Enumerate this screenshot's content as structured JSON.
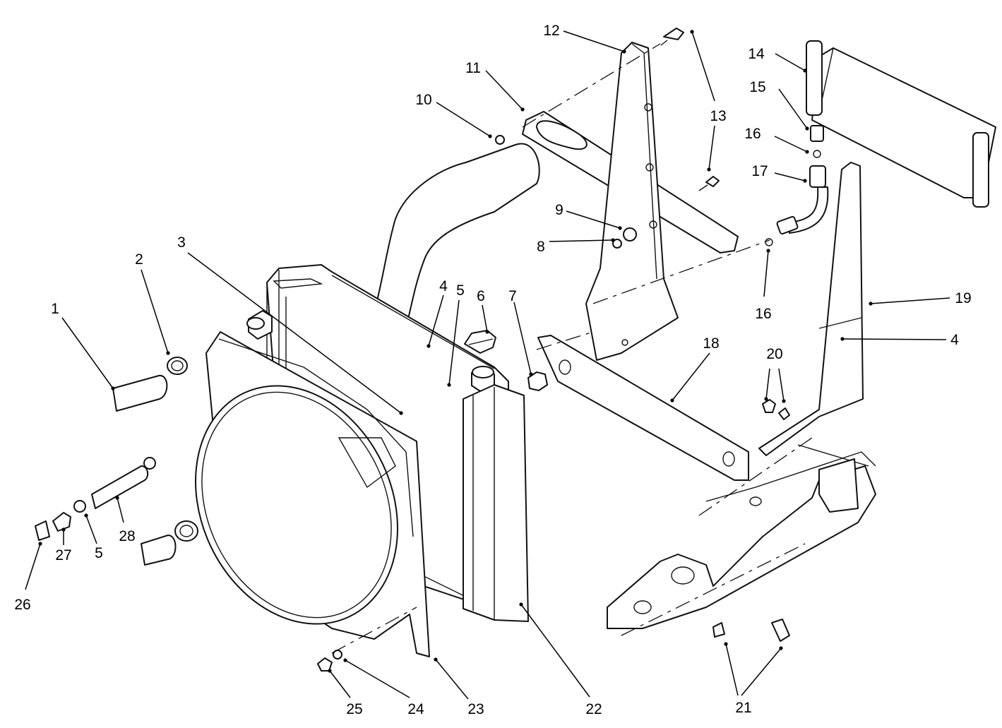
{
  "diagram": {
    "callouts": [
      {
        "id": "c1",
        "label": "1"
      },
      {
        "id": "c2",
        "label": "2"
      },
      {
        "id": "c3",
        "label": "3"
      },
      {
        "id": "c4a",
        "label": "4"
      },
      {
        "id": "c5a",
        "label": "5"
      },
      {
        "id": "c6",
        "label": "6"
      },
      {
        "id": "c7",
        "label": "7"
      },
      {
        "id": "c8",
        "label": "8"
      },
      {
        "id": "c9",
        "label": "9"
      },
      {
        "id": "c10",
        "label": "10"
      },
      {
        "id": "c11",
        "label": "11"
      },
      {
        "id": "c12",
        "label": "12"
      },
      {
        "id": "c13",
        "label": "13"
      },
      {
        "id": "c14",
        "label": "14"
      },
      {
        "id": "c15",
        "label": "15"
      },
      {
        "id": "c16a",
        "label": "16"
      },
      {
        "id": "c17",
        "label": "17"
      },
      {
        "id": "c16b",
        "label": "16"
      },
      {
        "id": "c19",
        "label": "19"
      },
      {
        "id": "c4b",
        "label": "4"
      },
      {
        "id": "c18",
        "label": "18"
      },
      {
        "id": "c20",
        "label": "20"
      },
      {
        "id": "c28",
        "label": "28"
      },
      {
        "id": "c5b",
        "label": "5"
      },
      {
        "id": "c27",
        "label": "27"
      },
      {
        "id": "c26",
        "label": "26"
      },
      {
        "id": "c25",
        "label": "25"
      },
      {
        "id": "c24",
        "label": "24"
      },
      {
        "id": "c23",
        "label": "23"
      },
      {
        "id": "c22",
        "label": "22"
      },
      {
        "id": "c21",
        "label": "21"
      }
    ]
  }
}
